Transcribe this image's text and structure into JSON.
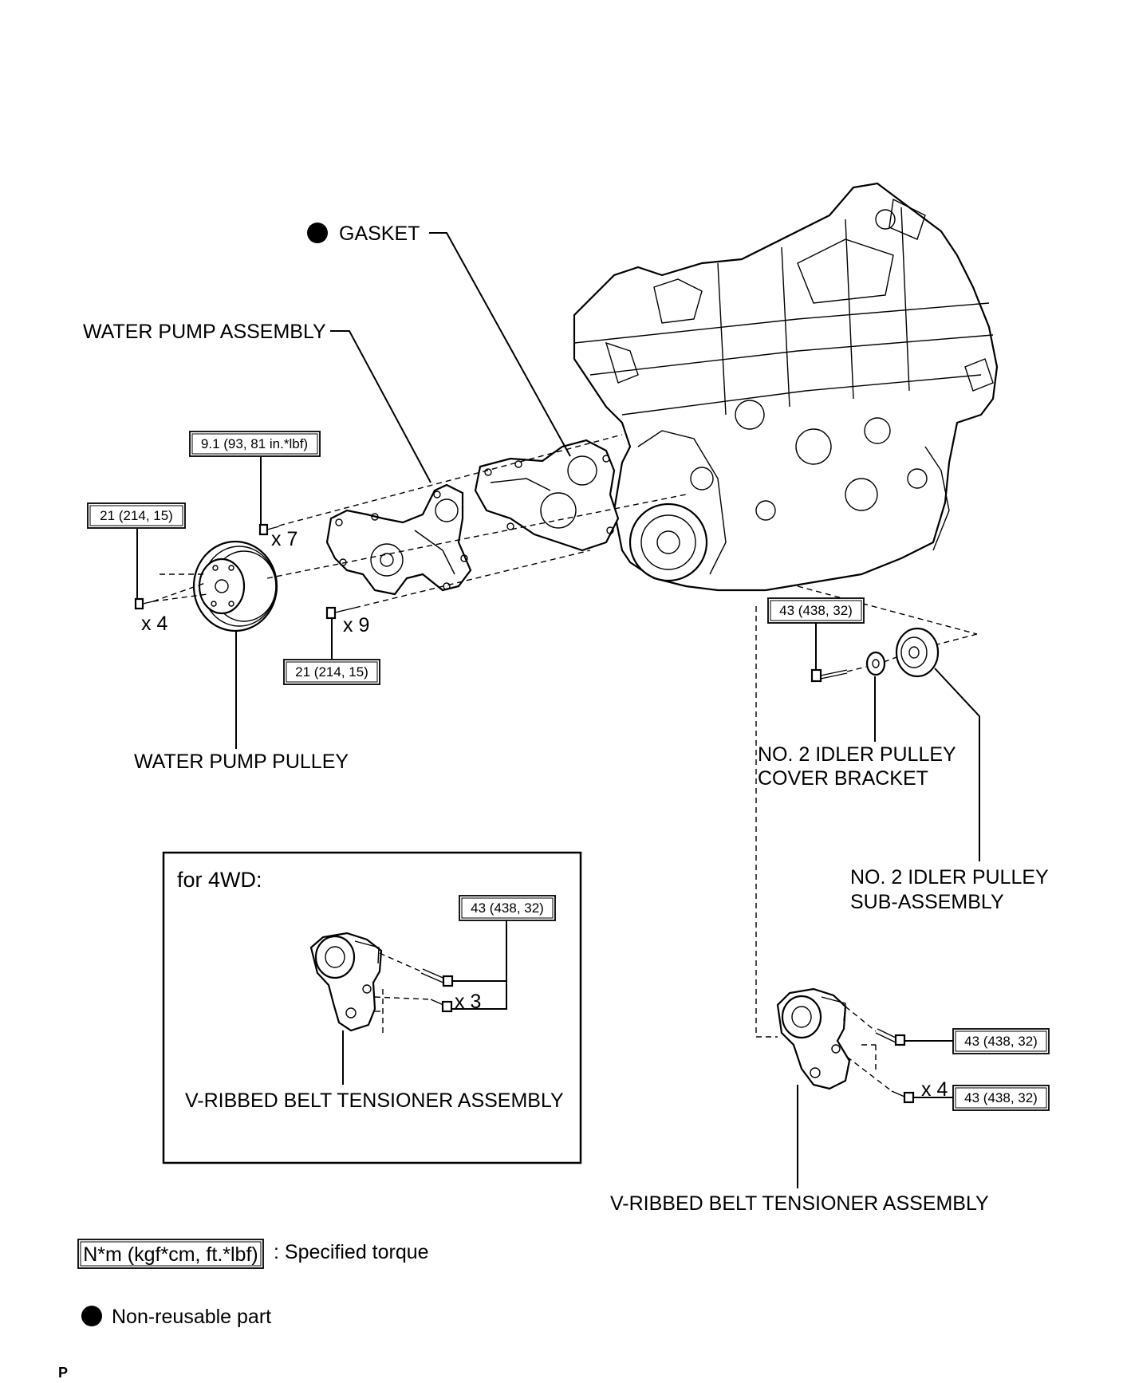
{
  "labels": {
    "gasket": "GASKET",
    "water_pump_assembly": "WATER PUMP ASSEMBLY",
    "water_pump_pulley": "WATER PUMP PULLEY",
    "idler_bracket_line1": "NO. 2 IDLER PULLEY",
    "idler_bracket_line2": "COVER BRACKET",
    "idler_sub_line1": "NO. 2 IDLER PULLEY",
    "idler_sub_line2": "SUB-ASSEMBLY",
    "tensioner_4wd": "V-RIBBED BELT TENSIONER ASSEMBLY",
    "tensioner_main": "V-RIBBED BELT TENSIONER ASSEMBLY",
    "inset_title": "for 4WD:"
  },
  "torques": {
    "wp_bolt_small": "9.1 (93, 81 in.*lbf)",
    "pulley_bolt": "21 (214, 15)",
    "wp_bolt_large": "21 (214, 15)",
    "idler_bolt": "43 (438, 32)",
    "tensioner_4wd_bolt": "43 (438, 32)",
    "tensioner_bolt_top": "43 (438, 32)",
    "tensioner_bolt_bottom": "43 (438, 32)"
  },
  "counts": {
    "wp_small": "x 7",
    "pulley": "x 4",
    "wp_large": "x 9",
    "tensioner_4wd": "x 3",
    "tensioner_main": "x 4"
  },
  "legend": {
    "torque_unit": "N*m (kgf*cm, ft.*lbf)",
    "torque_text": ": Specified torque",
    "nonreusable_text": "Non-reusable part"
  },
  "footer": {
    "code": "P"
  }
}
